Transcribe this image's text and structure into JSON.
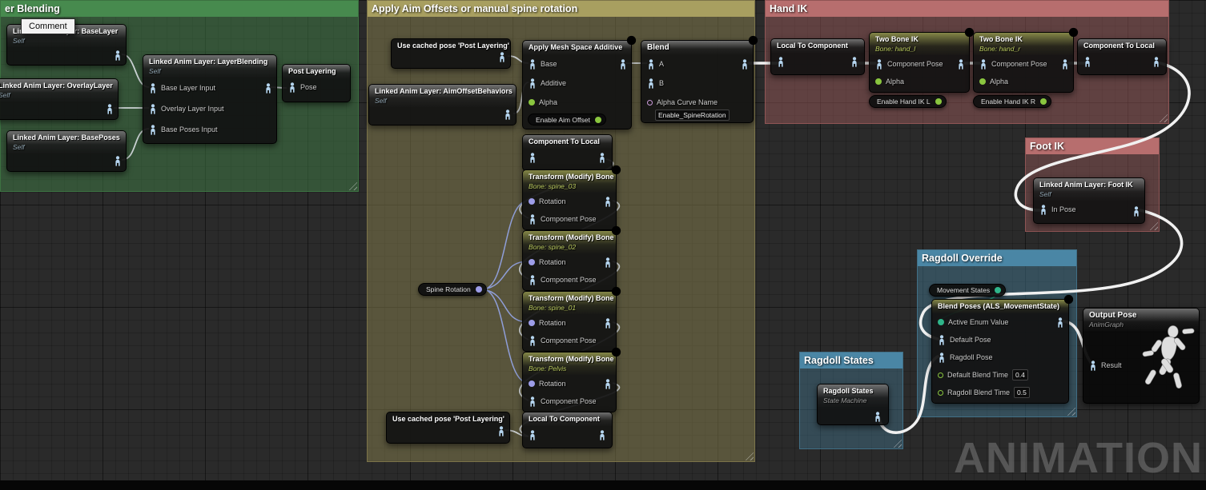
{
  "watermark": "ANIMATION",
  "tooltip": {
    "label": "Comment"
  },
  "comments": {
    "layer_blending": {
      "title": "er Blending"
    },
    "aim_offsets": {
      "title": "Apply Aim Offsets or manual spine rotation"
    },
    "hand_ik": {
      "title": "Hand IK"
    },
    "foot_ik": {
      "title": "Foot IK"
    },
    "ragdoll_override": {
      "title": "Ragdoll Override"
    },
    "ragdoll_states": {
      "title": "Ragdoll States"
    }
  },
  "nodes": {
    "base_layer": {
      "title": "Linked Anim Layer: BaseLayer",
      "subtitle": "Self"
    },
    "overlay_layer": {
      "title": "Linked Anim Layer: OverlayLayer",
      "subtitle": "Self"
    },
    "base_poses": {
      "title": "Linked Anim Layer: BasePoses",
      "subtitle": "Self"
    },
    "layer_blending": {
      "title": "Linked Anim Layer: LayerBlending",
      "subtitle": "Self",
      "pins": {
        "base": "Base Layer Input",
        "overlay": "Overlay Layer Input",
        "poses": "Base Poses Input"
      }
    },
    "post_layering": {
      "title": "Post Layering",
      "pins": {
        "pose": "Pose"
      }
    },
    "cached_pose_top": {
      "title": "Use cached pose 'Post Layering'"
    },
    "aim_offset_behaviors": {
      "title": "Linked Anim Layer: AimOffsetBehaviors",
      "subtitle": "Self"
    },
    "apply_additive": {
      "title": "Apply Mesh Space Additive",
      "pins": {
        "base": "Base",
        "additive": "Additive",
        "alpha": "Alpha"
      },
      "pill": "Enable Aim Offset"
    },
    "blend": {
      "title": "Blend",
      "pins": {
        "a": "A",
        "b": "B",
        "alpha_curve": "Alpha Curve Name"
      },
      "alpha_curve_value": "Enable_SpineRotation"
    },
    "component_to_local_spine": {
      "title": "Component To Local"
    },
    "transform_spine_03": {
      "title": "Transform (Modify) Bone",
      "subtitle": "Bone: spine_03",
      "pins": {
        "rotation": "Rotation",
        "component_pose": "Component Pose"
      }
    },
    "transform_spine_02": {
      "title": "Transform (Modify) Bone",
      "subtitle": "Bone: spine_02",
      "pins": {
        "rotation": "Rotation",
        "component_pose": "Component Pose"
      }
    },
    "transform_spine_01": {
      "title": "Transform (Modify) Bone",
      "subtitle": "Bone: spine_01",
      "pins": {
        "rotation": "Rotation",
        "component_pose": "Component Pose"
      }
    },
    "transform_pelvis": {
      "title": "Transform (Modify) Bone",
      "subtitle": "Bone: Pelvis",
      "pins": {
        "rotation": "Rotation",
        "component_pose": "Component Pose"
      }
    },
    "spine_rotation_pill": {
      "label": "Spine Rotation"
    },
    "cached_pose_bottom": {
      "title": "Use cached pose 'Post Layering'"
    },
    "local_to_component_spine": {
      "title": "Local To Component"
    },
    "local_to_component_hand": {
      "title": "Local To Component"
    },
    "two_bone_ik_l": {
      "title": "Two Bone IK",
      "subtitle": "Bone: hand_l",
      "pins": {
        "component_pose": "Component Pose",
        "alpha": "Alpha"
      },
      "pill": "Enable Hand IK L"
    },
    "two_bone_ik_r": {
      "title": "Two Bone IK",
      "subtitle": "Bone: hand_r",
      "pins": {
        "component_pose": "Component Pose",
        "alpha": "Alpha"
      },
      "pill": "Enable Hand IK R"
    },
    "component_to_local_hand": {
      "title": "Component To Local"
    },
    "foot_ik": {
      "title": "Linked Anim Layer: Foot IK",
      "subtitle": "Self",
      "pins": {
        "in_pose": "In Pose"
      }
    },
    "movement_states_pill": {
      "label": "Movement States"
    },
    "blend_poses": {
      "title": "Blend Poses (ALS_MovementState)",
      "pins": {
        "active_enum": "Active Enum Value",
        "default_pose": "Default Pose",
        "ragdoll_pose": "Ragdoll Pose",
        "default_blend_time": "Default Blend Time",
        "ragdoll_blend_time": "Ragdoll Blend Time"
      },
      "values": {
        "default_blend_time": "0.4",
        "ragdoll_blend_time": "0.5"
      }
    },
    "ragdoll_states": {
      "title": "Ragdoll States",
      "subtitle": "State Machine"
    },
    "output_pose": {
      "title": "Output Pose",
      "subtitle": "AnimGraph",
      "pins": {
        "result": "Result"
      }
    }
  }
}
